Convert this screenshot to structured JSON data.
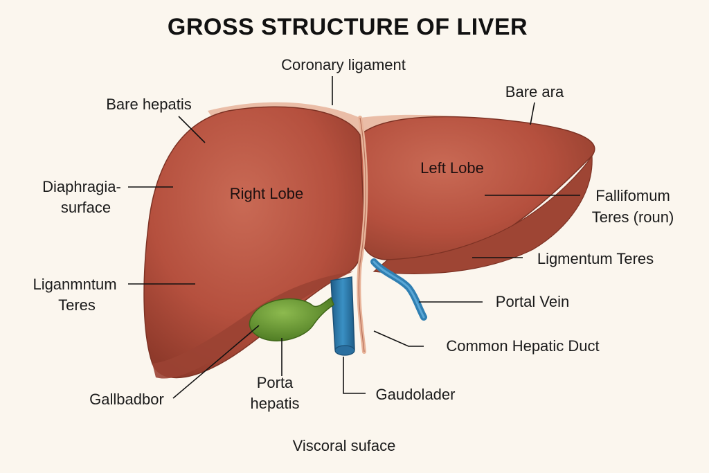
{
  "title": "GROSS STRUCTURE OF LIVER",
  "labels": {
    "coronary": "Coronary ligament",
    "bare_area": "Bare ara",
    "bare_hepatis": "Bare hepatis",
    "diaphragmatic_1": "Diaphragia-",
    "diaphragmatic_2": "surface",
    "ligamentum_left_1": "Liganmntum",
    "ligamentum_left_2": "Teres",
    "falciform_1": "Fallifomum",
    "falciform_2": "Teres (roun)",
    "ligamentum_teres": "Ligmentum Teres",
    "portal_vein": "Portal Vein",
    "common_hepatic_duct": "Common Hepatic Duct",
    "gallbladder": "Gallbadbor",
    "porta_1": "Porta",
    "porta_2": "hepatis",
    "gaudolader": "Gaudolader",
    "visceral": "Viscoral suface",
    "right_lobe": "Right Lobe",
    "left_lobe": "Left Lobe"
  },
  "colors": {
    "background": "#fbf6ee",
    "liver": "#b5503e",
    "liver_dark": "#8f3a2b",
    "ligament": "#e8b49a",
    "gallbladder": "#6d9a35",
    "portal_vein": "#2f7fb2"
  }
}
